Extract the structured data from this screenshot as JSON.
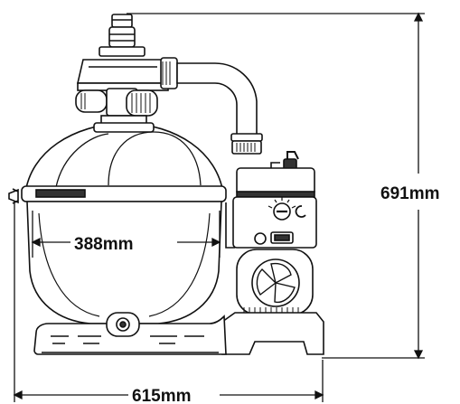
{
  "diagram": {
    "dimensions": {
      "tank_width": "388mm",
      "total_width": "615mm",
      "total_height": "691mm"
    }
  },
  "colors": {
    "line": "#111111",
    "body_fill": "#ffffff",
    "dark_band": "#333333"
  }
}
